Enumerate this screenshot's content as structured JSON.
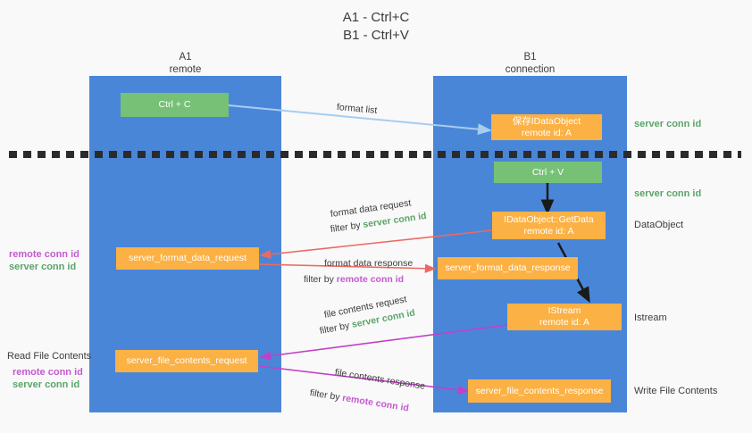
{
  "title": {
    "line1": "A1 - Ctrl+C",
    "line2": "B1 - Ctrl+V"
  },
  "columns": {
    "left": {
      "name": "A1",
      "sub": "remote"
    },
    "right": {
      "name": "B1",
      "sub": "connection"
    }
  },
  "boxes": {
    "ctrl_c": {
      "label": "Ctrl + C"
    },
    "ctrl_v": {
      "label": "Ctrl + V"
    },
    "save_dataobject": {
      "line1": "保存IDataObject",
      "line2": "remote id: A"
    },
    "getdata": {
      "line1": "IDataObject::GetData",
      "line2": "remote id: A"
    },
    "istream": {
      "line1": "IStream",
      "line2": "remote id: A"
    },
    "format_data_request": {
      "label": "server_format_data_request"
    },
    "format_data_response": {
      "label": "server_format_data_response"
    },
    "file_contents_request": {
      "label": "server_file_contents_request"
    },
    "file_contents_response": {
      "label": "server_file_contents_response"
    }
  },
  "right_labels": {
    "server_conn_id_top": "server conn id",
    "server_conn_id_mid": "server conn id",
    "dataobject": "DataObject",
    "istream": "Istream",
    "write_file_contents": "Write File Contents"
  },
  "left_labels": {
    "remote_conn_id_1": "remote conn id",
    "server_conn_id_1": "server conn id",
    "read_file_contents": "Read File Contents",
    "remote_conn_id_2": "remote conn id",
    "server_conn_id_2": "server conn id"
  },
  "arrow_labels": {
    "format_list": "format list",
    "format_data_request": "format data request",
    "filter_by_1_prefix": "filter by ",
    "filter_by_1_value": "server conn id",
    "format_data_response": "format data response",
    "filter_by_2_prefix": "filter by ",
    "filter_by_2_value": "remote conn id",
    "file_contents_request": "file contents request",
    "filter_by_3_prefix": "filter by ",
    "filter_by_3_value": "server conn id",
    "file_contents_response": "file contents response",
    "filter_by_4_prefix": "filter by ",
    "filter_by_4_value": "remote conn id"
  },
  "colors": {
    "column": "#4a86d8",
    "green_box": "#76c176",
    "orange_box": "#fbb144",
    "green_text": "#5aa469",
    "purple_text": "#c45ad0",
    "light_blue_arrow": "#a6cdf0",
    "red_arrow": "#ea6a62",
    "magenta_arrow": "#c240c8",
    "black_arrow": "#1a1a1a",
    "background": "#f9f9f9"
  }
}
